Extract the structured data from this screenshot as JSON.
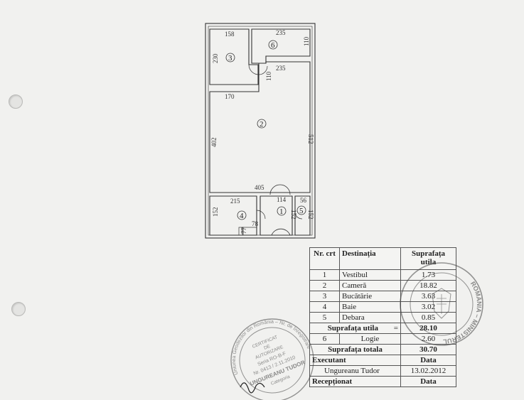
{
  "plan": {
    "rooms": [
      {
        "num": "1",
        "label": "room-vestibul"
      },
      {
        "num": "2",
        "label": "room-camera"
      },
      {
        "num": "3",
        "label": "room-bucatarie"
      },
      {
        "num": "4",
        "label": "room-baie"
      },
      {
        "num": "5",
        "label": "room-debara"
      },
      {
        "num": "6",
        "label": "room-logie"
      }
    ],
    "dims": {
      "d158": "158",
      "d235a": "235",
      "d110a": "110",
      "d230": "230",
      "d110b": "110",
      "d235b": "235",
      "d170": "170",
      "d512": "512",
      "d402": "402",
      "d405": "405",
      "d215": "215",
      "d114": "114",
      "d56": "56",
      "d152a": "152",
      "d152b": "152",
      "d152c": "152",
      "d78": "78",
      "d77": "77"
    }
  },
  "table": {
    "headers": {
      "nr": "Nr. crt",
      "dest": "Destinația",
      "sup": "Suprafața utila"
    },
    "rows": [
      {
        "nr": "1",
        "dest": "Vestibul",
        "sup": "1.73"
      },
      {
        "nr": "2",
        "dest": "Cameră",
        "sup": "18.82"
      },
      {
        "nr": "3",
        "dest": "Bucătărie",
        "sup": "3.63"
      },
      {
        "nr": "4",
        "dest": "Baie",
        "sup": "3.02"
      },
      {
        "nr": "5",
        "dest": "Debara",
        "sup": "0.85"
      }
    ],
    "util_label": "Suprafața utila",
    "util_eq": "=",
    "util_value": "28.10",
    "logie": {
      "nr": "6",
      "dest": "Logie",
      "sup": "2.60"
    },
    "total_label": "Suprafața totala",
    "total_value": "30.70",
    "executant_label": "Executant",
    "data_label": "Data",
    "executant_name": "Ungureanu Tudor",
    "executant_date": "13.02.2012",
    "receptionat_label": "Recepționat",
    "data_label2": "Data"
  },
  "stamps": {
    "left": {
      "ring": "Uniunea Geodezilor din România – Nr. de înregistrare",
      "line1": "CERTIFICAT",
      "line2": "DE",
      "line3": "AUTORIZARE",
      "line4": "Seria RO-B-F",
      "line5": "Nr. 0413 / 2.11.2010",
      "line6": "UNGUREANU TUDOR",
      "line7": "Categoria"
    },
    "right": {
      "ring": "ROMÂNIA – MINISTERUL"
    }
  }
}
